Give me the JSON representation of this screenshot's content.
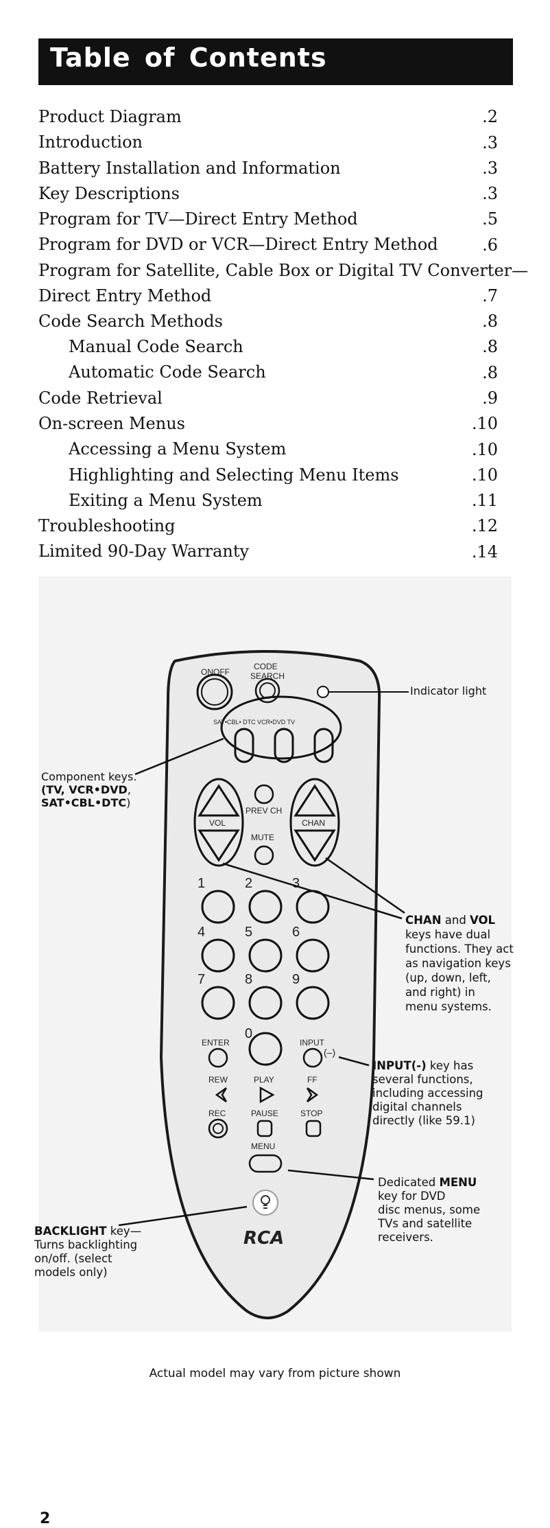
{
  "header": {
    "title": "Table of Contents"
  },
  "toc": [
    {
      "title": "Product Diagram",
      "page": ".2"
    },
    {
      "title": "Introduction",
      "page": ".3"
    },
    {
      "title": "Battery Installation and Information",
      "page": ".3"
    },
    {
      "title": "Key Descriptions",
      "page": ".3"
    },
    {
      "title": "Program for TV—Direct Entry Method",
      "page": ".5"
    },
    {
      "title": "Program for DVD or VCR—Direct Entry Method",
      "page": ".6"
    },
    {
      "title": "Program for Satellite, Cable Box or Digital TV Converter—",
      "title2": "Direct Entry Method",
      "page": ".7"
    },
    {
      "title": "Code Search Methods",
      "page": ".8"
    },
    {
      "title": "Manual Code Search",
      "page": ".8",
      "indent": true
    },
    {
      "title": "Automatic Code Search",
      "page": ".8",
      "indent": true
    },
    {
      "title": "Code Retrieval",
      "page": ".9"
    },
    {
      "title": "On-screen Menus",
      "page": ".10"
    },
    {
      "title": "Accessing a Menu System",
      "page": ".10",
      "indent": true
    },
    {
      "title": "Highlighting and Selecting Menu Items",
      "page": ".10",
      "indent": true
    },
    {
      "title": "Exiting a Menu System",
      "page": ".11",
      "indent": true
    },
    {
      "title": "Troubleshooting",
      "page": ".12"
    },
    {
      "title": "Limited 90-Day Warranty",
      "page": ".14"
    }
  ],
  "remote": {
    "onoff": "ONOFF",
    "code_search_1": "CODE",
    "code_search_2": "SEARCH",
    "component_row": "SAT•CBL• DTC VCR•DVD TV",
    "vol": "VOL",
    "chan": "CHAN",
    "prev_ch": "PREV CH",
    "mute": "MUTE",
    "digits": [
      "1",
      "2",
      "3",
      "4",
      "5",
      "6",
      "7",
      "8",
      "9",
      "0"
    ],
    "enter": "ENTER",
    "input": "INPUT",
    "input_minus": "(–)",
    "rew": "REW",
    "play": "PLAY",
    "ff": "FF",
    "rec": "REC",
    "pause": "PAUSE",
    "stop": "STOP",
    "menu": "MENU",
    "brand": "RCA"
  },
  "callouts": {
    "indicator": "Indicator  light",
    "component_1": "Component  keys.",
    "component_2_a": "(TV,  VCR•DVD",
    "component_2_b": ",",
    "component_3_a": "SAT•CBL•DTC",
    "component_3_b": ")",
    "chanvol_a": "CHAN",
    "chanvol_b": "  and  ",
    "chanvol_c": "VOL",
    "chanvol_lines": [
      "keys  have  dual",
      "functions.  They  act",
      "as  navigation  keys",
      "(up,  down,  left,",
      "and  right)  in",
      "menu  systems."
    ],
    "input_a": "INPUT(-)",
    "input_b": "  key  has",
    "input_lines": [
      "several  functions,",
      "including  accessing",
      "digital  channels",
      "directly  (like  59.1)"
    ],
    "menu_a": "Dedicated  ",
    "menu_b": "MENU",
    "menu_lines": [
      "key  for  DVD",
      "disc  menus,  some",
      "TVs  and  satellite",
      "receivers."
    ],
    "backlight_a": "BACKLIGHT",
    "backlight_b": "  key—",
    "backlight_lines": [
      "Turns  backlighting",
      "on/off.  (select",
      "models  only)"
    ]
  },
  "caption": "Actual  model  may  vary  from  picture  shown",
  "page_number": "2"
}
